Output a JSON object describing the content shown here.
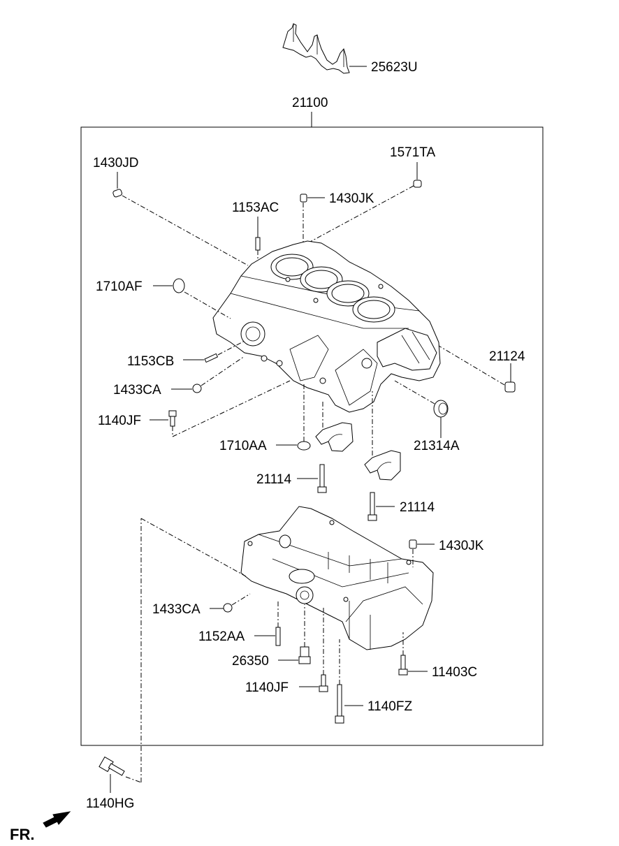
{
  "labels": {
    "p25623U": "25623U",
    "p21100": "21100",
    "p1430JD": "1430JD",
    "p1571TA": "1571TA",
    "p1430JK_top": "1430JK",
    "p1153AC": "1153AC",
    "p1710AF": "1710AF",
    "p1153CB": "1153CB",
    "p1433CA_top": "1433CA",
    "p1140JF_top": "1140JF",
    "p21124": "21124",
    "p1710AA": "1710AA",
    "p21314A": "21314A",
    "p21114_a": "21114",
    "p21114_b": "21114",
    "p1430JK_bot": "1430JK",
    "p1433CA_bot": "1433CA",
    "p1152AA": "1152AA",
    "p26350": "26350",
    "p11403C": "11403C",
    "p1140JF_bot": "1140JF",
    "p1140FZ": "1140FZ",
    "p1140HG": "1140HG"
  },
  "direction": {
    "label": "FR."
  }
}
